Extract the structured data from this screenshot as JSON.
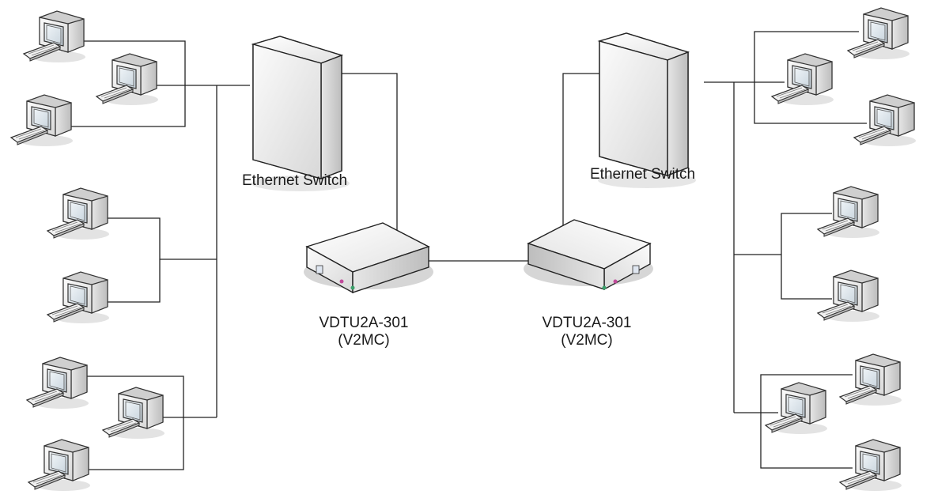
{
  "switches": [
    {
      "label": "Ethernet Switch"
    },
    {
      "label": "Ethernet Switch"
    }
  ],
  "converters": [
    {
      "model": "VDTU2A-301",
      "alias": "(V2MC)"
    },
    {
      "model": "VDTU2A-301",
      "alias": "(V2MC)"
    }
  ],
  "computers_per_group": {
    "left": [
      3,
      2,
      3
    ],
    "right": [
      3,
      2,
      3
    ]
  },
  "colors": {
    "line": "#222222",
    "device_face": "#f2f2f2",
    "device_side": "#c9c9c9",
    "screen": "#dfe8ee",
    "shadow": "#d9d9d9"
  }
}
